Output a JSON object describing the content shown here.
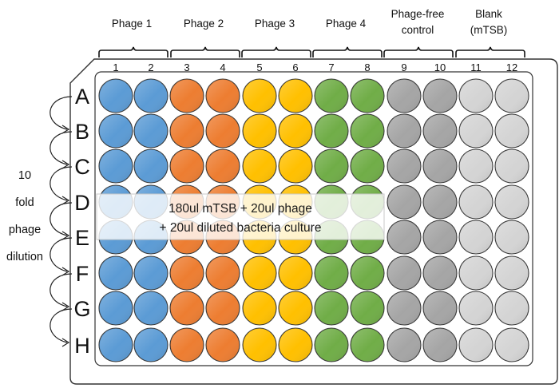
{
  "groups": [
    {
      "lines": [
        "Phage 1"
      ]
    },
    {
      "lines": [
        "Phage 2"
      ]
    },
    {
      "lines": [
        "Phage 3"
      ]
    },
    {
      "lines": [
        "Phage 4"
      ]
    },
    {
      "lines": [
        "Phage-free",
        "control"
      ]
    },
    {
      "lines": [
        "Blank",
        "(mTSB)"
      ]
    }
  ],
  "columns": [
    "1",
    "2",
    "3",
    "4",
    "5",
    "6",
    "7",
    "8",
    "9",
    "10",
    "11",
    "12"
  ],
  "rows": [
    "A",
    "B",
    "C",
    "D",
    "E",
    "F",
    "G",
    "H"
  ],
  "column_colors": [
    "#5b9bd5",
    "#5b9bd5",
    "#ed7d31",
    "#ed7d31",
    "#ffc000",
    "#ffc000",
    "#70ad47",
    "#70ad47",
    "#a5a5a5",
    "#a5a5a5",
    "#d4d4d4",
    "#d4d4d4"
  ],
  "side_label": [
    "10",
    "fold",
    "phage",
    "dilution"
  ],
  "overlay": {
    "line1": "180ul mTSB + 20ul phage",
    "line2": "+ 20ul diluted bacteria culture"
  }
}
